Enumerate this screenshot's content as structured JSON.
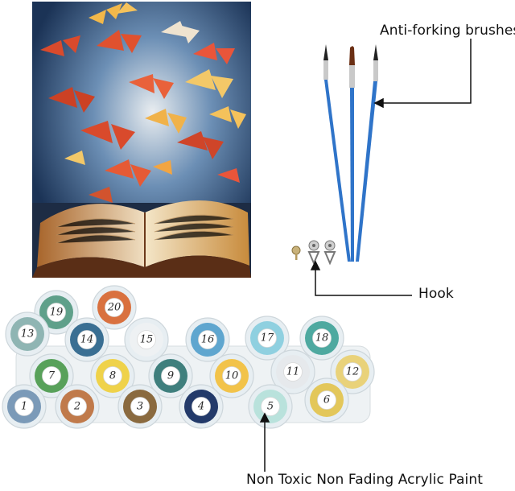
{
  "labels": {
    "brushes": "Anti-forking brushes",
    "hook": "Hook",
    "paint": "Non Toxic Non Fading Acrylic Paint"
  },
  "pots": [
    {
      "num": "19",
      "color": "#5fa08a"
    },
    {
      "num": "20",
      "color": "#d9713f"
    },
    {
      "num": "13",
      "color": "#8fb5b3"
    },
    {
      "num": "14",
      "color": "#3a6f93"
    },
    {
      "num": "15",
      "color": "#eef1f3"
    },
    {
      "num": "16",
      "color": "#5fa6cf"
    },
    {
      "num": "17",
      "color": "#8fd0e0"
    },
    {
      "num": "18",
      "color": "#4ea9a0"
    },
    {
      "num": "7",
      "color": "#58a15a"
    },
    {
      "num": "8",
      "color": "#efd24a"
    },
    {
      "num": "9",
      "color": "#3f7f7d"
    },
    {
      "num": "10",
      "color": "#f2c34a"
    },
    {
      "num": "11",
      "color": "#e6e9ec"
    },
    {
      "num": "12",
      "color": "#e9d27a"
    },
    {
      "num": "1",
      "color": "#7b9ab8"
    },
    {
      "num": "2",
      "color": "#c07a4b"
    },
    {
      "num": "3",
      "color": "#8a6a3f"
    },
    {
      "num": "4",
      "color": "#233a6a"
    },
    {
      "num": "5",
      "color": "#b9e2dc"
    },
    {
      "num": "6",
      "color": "#e3c75a"
    }
  ],
  "colors": {
    "brush_handle": "#2f74c9",
    "callout_line": "#111111"
  }
}
